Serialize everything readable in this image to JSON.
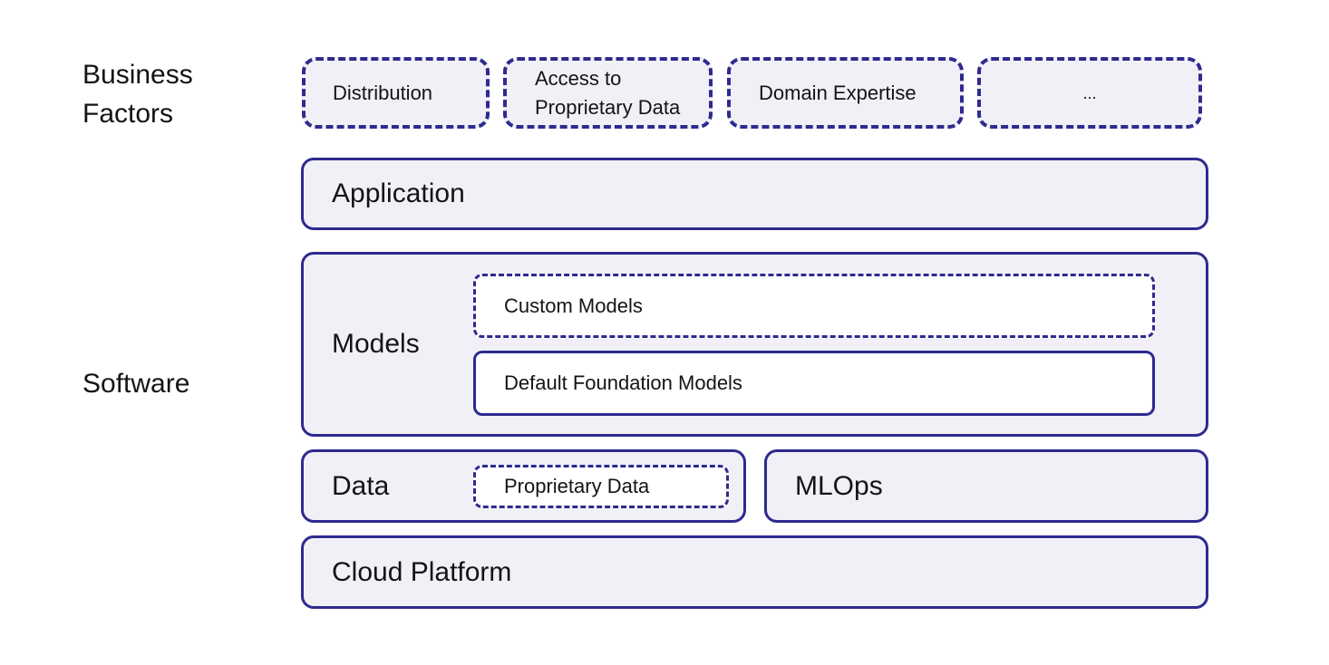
{
  "side_labels": {
    "business_factors": [
      "Business",
      "Factors"
    ],
    "software": "Software"
  },
  "business_factors": [
    {
      "lines": [
        "Distribution"
      ]
    },
    {
      "lines": [
        "Access to",
        "Proprietary Data"
      ]
    },
    {
      "lines": [
        "Domain Expertise"
      ]
    },
    {
      "lines": [
        "..."
      ]
    }
  ],
  "layers": {
    "application": "Application",
    "models": {
      "label": "Models",
      "custom": "Custom Models",
      "default": "Default Foundation Models"
    },
    "data": {
      "label": "Data",
      "proprietary": "Proprietary Data"
    },
    "mlops": "MLOps",
    "cloud": "Cloud Platform"
  },
  "colors": {
    "border": "#2e2a8f",
    "box_fill": "#f1f0f6",
    "inner_fill": "#ffffff"
  }
}
